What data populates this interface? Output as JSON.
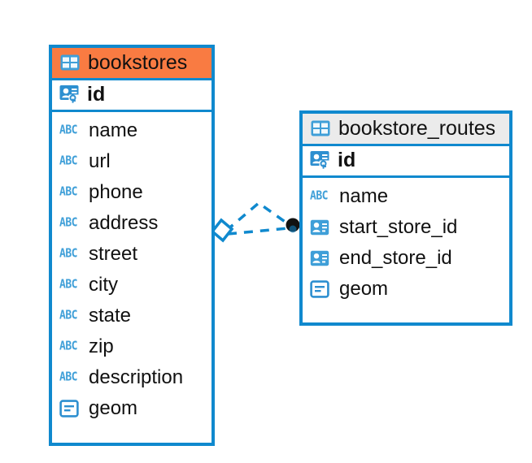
{
  "diagram": {
    "type": "entity-relationship-diagram",
    "background": "#ffffff",
    "accent_color": "#1089ce",
    "selected_header_color": "#f97b42",
    "unselected_header_color": "#ebebeb",
    "icon_color": "#3f9fd8",
    "connector_color": "#1089ce",
    "connector_style": "dashed"
  },
  "tables": [
    {
      "name": "bookstores",
      "header_state": "selected",
      "table_icon": "table-icon",
      "primary_key": {
        "label": "id",
        "icon": "primary-key-icon"
      },
      "fields": [
        {
          "label": "name",
          "icon": "abc-icon",
          "type": "text"
        },
        {
          "label": "url",
          "icon": "abc-icon",
          "type": "text"
        },
        {
          "label": "phone",
          "icon": "abc-icon",
          "type": "text"
        },
        {
          "label": "address",
          "icon": "abc-icon",
          "type": "text"
        },
        {
          "label": "street",
          "icon": "abc-icon",
          "type": "text"
        },
        {
          "label": "city",
          "icon": "abc-icon",
          "type": "text"
        },
        {
          "label": "state",
          "icon": "abc-icon",
          "type": "text"
        },
        {
          "label": "zip",
          "icon": "abc-icon",
          "type": "text"
        },
        {
          "label": "description",
          "icon": "abc-icon",
          "type": "text"
        },
        {
          "label": "geom",
          "icon": "geometry-icon",
          "type": "geometry"
        }
      ]
    },
    {
      "name": "bookstore_routes",
      "header_state": "plain",
      "table_icon": "table-icon",
      "primary_key": {
        "label": "id",
        "icon": "primary-key-icon"
      },
      "fields": [
        {
          "label": "name",
          "icon": "abc-icon",
          "type": "text"
        },
        {
          "label": "start_store_id",
          "icon": "foreign-key-icon",
          "type": "reference"
        },
        {
          "label": "end_store_id",
          "icon": "foreign-key-icon",
          "type": "reference"
        },
        {
          "label": "geom",
          "icon": "geometry-icon",
          "type": "geometry"
        }
      ]
    }
  ],
  "relationships": [
    {
      "from_table": "bookstores",
      "to_table": "bookstore_routes",
      "source_marker": "diamond-marker",
      "target_marker": "dot-marker",
      "line_style": "dashed"
    },
    {
      "from_table": "bookstores",
      "to_table": "bookstore_routes",
      "source_marker": "diamond-marker",
      "target_marker": "dot-marker",
      "line_style": "dashed"
    }
  ],
  "icon_glyphs": {
    "abc_text": "ABC"
  }
}
